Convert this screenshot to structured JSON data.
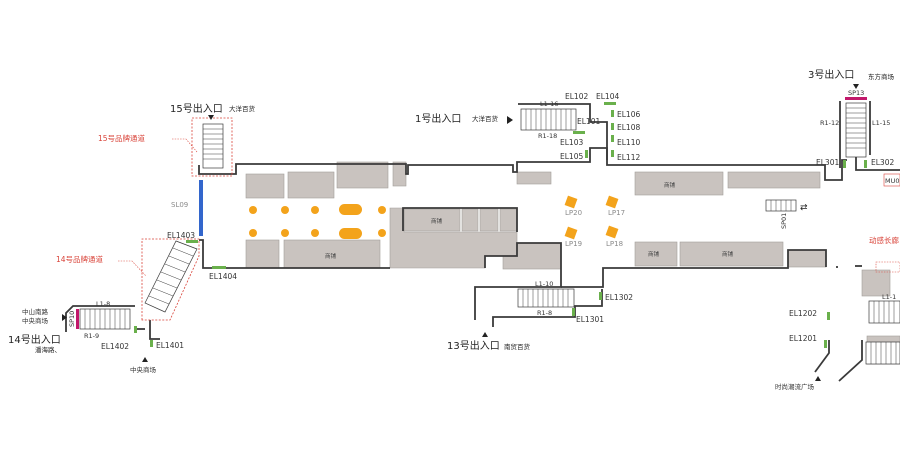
{
  "exits": {
    "exit15": {
      "label": "15号出入口",
      "sub": "大洋百货"
    },
    "exit1": {
      "label": "1号出入口",
      "sub": "大洋百货"
    },
    "exit3": {
      "label": "3号出入口",
      "sub": "东方商场"
    },
    "exit13": {
      "label": "13号出入口",
      "sub": "南贸百货"
    },
    "exit14": {
      "label": "14号出入口",
      "sub": "潘海路、"
    }
  },
  "passages": {
    "p15": "15号品牌通道",
    "p14": "14号品牌通道",
    "right": "动感长廊"
  },
  "escalators": {
    "l1_16": "L1-16",
    "r1_18": "R1-18",
    "l1_15": "L1-15",
    "r1_12": "R1-12",
    "l1_10": "L1-10",
    "r1_8": "R1-8",
    "l1_8": "L1-8",
    "r1_9": "R1-9"
  },
  "elevators": {
    "el102": "EL102",
    "el104": "EL104",
    "el101": "EL101",
    "el106": "EL106",
    "el108": "EL108",
    "el103": "EL103",
    "el110": "EL110",
    "el105": "EL105",
    "el112": "EL112",
    "el301": "EL301",
    "el302": "EL302",
    "el1403": "EL1403",
    "el1404": "EL1404",
    "el1402": "EL1402",
    "el1401": "EL1401",
    "el1302": "EL1302",
    "el1301": "EL1301",
    "el1202": "EL1202",
    "el1201": "EL1201"
  },
  "pillars": {
    "lp20": "LP20",
    "lp17": "LP17",
    "lp19": "LP19",
    "lp18": "LP18"
  },
  "sp": {
    "sp13": "SP13",
    "sp01": "SP01",
    "sp10": "SP10"
  },
  "misc": {
    "sl09": "SL09",
    "shop": "商铺",
    "zhongshan1": "中山南路",
    "zhongshan2": "中央商场",
    "zhongyang": "中央商场",
    "shishang": "时尚潮流广场",
    "mu": "MU0"
  },
  "colors": {
    "wall": "#3a3a3a",
    "shop": "#c9c3bf",
    "pillar": "#f3a31b",
    "elevator": "#6ab04c",
    "brand_passage": "#d9443a",
    "sp_marker": "#c2186b",
    "sl_bar": "#3366cc"
  }
}
